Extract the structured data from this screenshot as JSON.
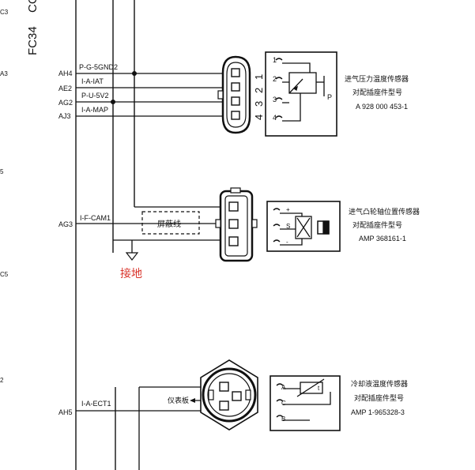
{
  "ecu": {
    "label": "FC34",
    "label_suffix": "CC",
    "edge_letters": [
      "C3",
      "A3",
      "5",
      "C5",
      "2"
    ]
  },
  "sensor_map": {
    "pins": [
      {
        "ecu_pin": "AH4",
        "signal": "P-G-5GND2"
      },
      {
        "ecu_pin": "AE2",
        "signal": "I-A-IAT"
      },
      {
        "ecu_pin": "AG2",
        "signal": "P-U-5V2"
      },
      {
        "ecu_pin": "AJ3",
        "signal": "I-A-MAP"
      }
    ],
    "connector_numbers": [
      "1",
      "2",
      "3",
      "4"
    ],
    "symbol_pins": [
      "1",
      "2",
      "3",
      "4"
    ],
    "symbol_letter": "P",
    "title": "进气压力温度传感器",
    "subtitle": "对配插座件型号",
    "part_no": "A 928 000 453-1"
  },
  "sensor_cam": {
    "ecu_pin": "AG3",
    "signal": "I-F-CAM1",
    "shield_label": "屏蔽线",
    "ground_label": "接地",
    "symbol_pins": [
      "+",
      "S",
      "-"
    ],
    "title": "进气凸轮轴位置传感器",
    "subtitle": "对配插座件型号",
    "part_no": "AMP 368161-1"
  },
  "sensor_ect": {
    "ecu_pin": "AH5",
    "signal": "I-A-ECT1",
    "cluster_label": "仪表板",
    "symbol_pins": [
      "A",
      "C",
      "B"
    ],
    "symbol_letter": "t",
    "title": "冷却液温度传感器",
    "subtitle": "对配插座件型号",
    "part_no": "AMP 1-965328-3"
  },
  "colors": {
    "line": "#111111",
    "ground_label": "#d9342b"
  }
}
